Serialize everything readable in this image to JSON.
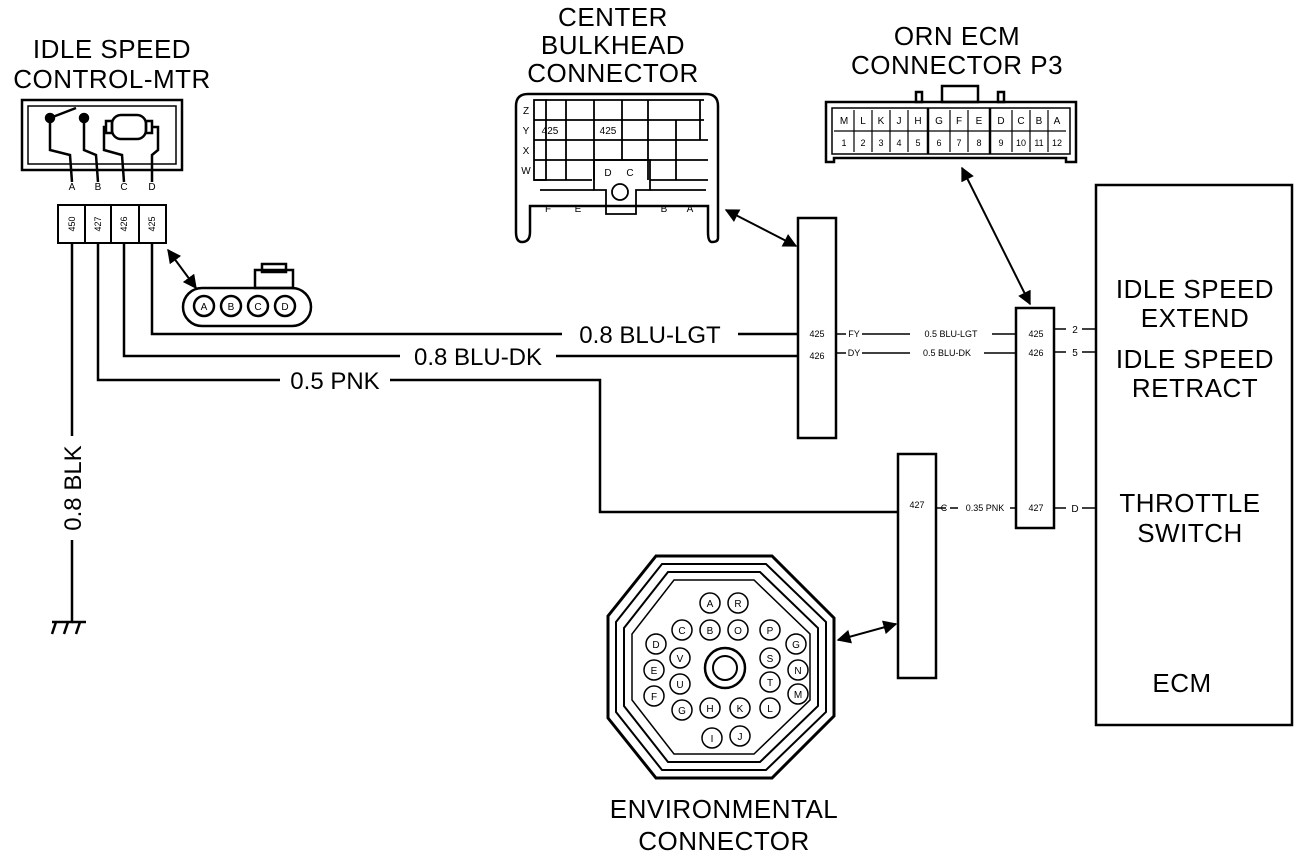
{
  "idle_speed_motor": {
    "title_line1": "IDLE SPEED",
    "title_line2": "CONTROL-MTR",
    "pins": [
      "A",
      "B",
      "C",
      "D"
    ],
    "circuits": [
      "450",
      "427",
      "426",
      "425"
    ],
    "connector_pins": [
      "A",
      "B",
      "C",
      "D"
    ]
  },
  "bulkhead": {
    "title_line1": "CENTER",
    "title_line2": "BULKHEAD",
    "title_line3": "CONNECTOR",
    "row_labels": [
      "Z",
      "Y",
      "X",
      "W"
    ],
    "cav_y1": "425",
    "cav_y2": "425",
    "bottom_labels": [
      "F",
      "E",
      "B",
      "A"
    ],
    "key_labels": [
      "D",
      "C"
    ]
  },
  "ecm_connector": {
    "title_line1": "ORN ECM",
    "title_line2": "CONNECTOR P3",
    "top_row": [
      "M",
      "L",
      "K",
      "J",
      "H",
      "G",
      "F",
      "E",
      "D",
      "C",
      "B",
      "A"
    ],
    "bottom_row": [
      "1",
      "2",
      "3",
      "4",
      "5",
      "6",
      "7",
      "8",
      "9",
      "10",
      "11",
      "12"
    ]
  },
  "wires": {
    "blu_lgt": "0.8 BLU-LGT",
    "blu_dk": "0.8 BLU-DK",
    "pnk": "0.5 PNK",
    "blk": "0.8 BLK"
  },
  "splice_block": {
    "c1": "425",
    "c2": "426",
    "fy": "FY",
    "dy": "DY",
    "w1": "0.5 BLU-LGT",
    "w2": "0.5 BLU-DK"
  },
  "ecm_side": {
    "c1": "425",
    "c2": "426",
    "c3": "427",
    "p1": "2",
    "p2": "5",
    "p3": "D"
  },
  "env_block": {
    "c": "427",
    "cpin": "C",
    "w": "0.35 PNK"
  },
  "ecm": {
    "label": "ECM",
    "f1_line1": "IDLE SPEED",
    "f1_line2": "EXTEND",
    "f2_line1": "IDLE SPEED",
    "f2_line2": "RETRACT",
    "f3_line1": "THROTTLE",
    "f3_line2": "SWITCH"
  },
  "env_connector": {
    "title_line1": "ENVIRONMENTAL",
    "title_line2": "CONNECTOR",
    "pins": [
      "A",
      "R",
      "D",
      "C",
      "B",
      "O",
      "P",
      "G",
      "E",
      "V",
      "S",
      "N",
      "F",
      "U",
      "T",
      "M",
      "G",
      "H",
      "K",
      "L",
      "I",
      "J"
    ]
  }
}
